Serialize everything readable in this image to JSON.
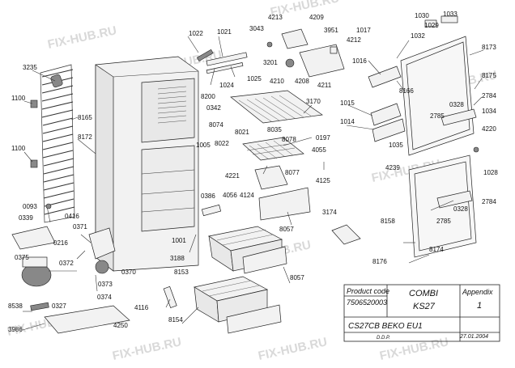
{
  "watermark": "FIX-HUB.RU",
  "parts": [
    "1022",
    "1021",
    "3043",
    "4213",
    "4209",
    "3951",
    "1017",
    "1030",
    "1033",
    "1029",
    "1032",
    "3201",
    "1024",
    "1025",
    "4210",
    "4208",
    "4211",
    "4212",
    "1016",
    "8173",
    "8175",
    "3235",
    "8166",
    "2784",
    "1100",
    "8200",
    "0342",
    "3170",
    "1015",
    "8165",
    "8172",
    "8074",
    "1014",
    "2785",
    "0328",
    "1034",
    "4220",
    "8021",
    "8035",
    "8022",
    "0197",
    "8078",
    "1035",
    "1005",
    "4055",
    "1028",
    "4221",
    "8077",
    "4239",
    "0093",
    "0386",
    "4056",
    "4124",
    "4125",
    "0339",
    "0416",
    "8057",
    "3174",
    "8158",
    "0216",
    "0371",
    "1001",
    "0375",
    "0372",
    "0370",
    "3188",
    "0373",
    "8153",
    "8176",
    "8174",
    "0374",
    "8538",
    "0327",
    "4116",
    "8154",
    "3986",
    "4250"
  ],
  "title_block": {
    "product_code_label": "Product code",
    "product_code": "7506520003",
    "type": "COMBI",
    "model": "KS27",
    "appendix_label": "Appendix",
    "appendix_number": "1",
    "document": "CS27CB BEKO EU1",
    "drawer": "D.D.P.",
    "date": "27.01.2004"
  }
}
